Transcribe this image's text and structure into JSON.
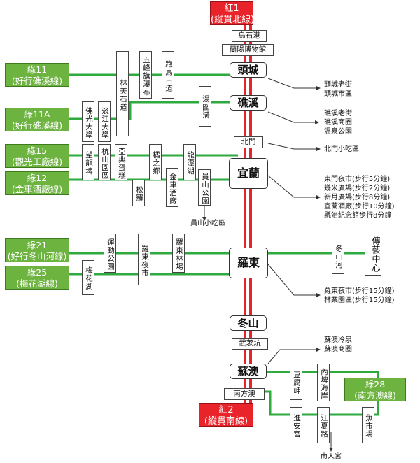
{
  "routes": {
    "red1": {
      "code": "紅1",
      "name": "(縱貫北線)"
    },
    "red2": {
      "code": "紅2",
      "name": "(縱貫南線)"
    },
    "g11": {
      "code": "綠11",
      "name": "(好行礁溪線)"
    },
    "g11a": {
      "code": "綠11A",
      "name": "(好行礁溪線)"
    },
    "g15": {
      "code": "綠15",
      "name": "(觀光工廠線)"
    },
    "g12": {
      "code": "綠12",
      "name": "(金車酒廠線)"
    },
    "g21": {
      "code": "綠21",
      "name": "(好行冬山河線)"
    },
    "g25": {
      "code": "綠25",
      "name": "(梅花湖線)"
    },
    "g28": {
      "code": "綠28",
      "name": "(南方澳線)"
    }
  },
  "hubs": {
    "toucheng": "頭城",
    "jiaoxi": "礁溪",
    "yilan": "宜蘭",
    "luodong": "羅東",
    "dongshan": "冬山",
    "suao": "蘇澳"
  },
  "stops": {
    "wushigang": "烏石港",
    "lanyang_museum": "蘭陽博物館",
    "beimen": "北門",
    "wulaokeng": "武荖坑",
    "nanfangao": "南方澳",
    "linmei_shidao": "林美石道",
    "wufeng_waterfall": "五峰旗瀑布",
    "paoma_gudao": "跑馬古道",
    "tangweigou": "湯圍溝",
    "foguang_univ": "佛光大學",
    "tamkang_univ": "淡江大學",
    "wanglongpi": "望龍埤",
    "kangshan_garden": "杭山園區",
    "yadian_cake": "亞典蛋糕",
    "juzhixiang": "橘之鄉",
    "longtan_lake": "龍潭湖",
    "yuanshan_park": "員山公園",
    "songluo": "松羅",
    "kingcar_winery": "金車酒廠",
    "yundong_park": "運動公園",
    "luodong_night_market": "羅東夜市",
    "luodong_forest": "羅東林場",
    "meihua_lake": "梅花湖",
    "dongshan_river": "冬山河",
    "art_center": "傳藝中心",
    "doufu_cape": "豆腐岬",
    "neipi_beach": "內埤海岸",
    "jin_an_temple": "進安宮",
    "jiangxia_road": "江夏路",
    "fish_market": "魚市場"
  },
  "notes": {
    "toucheng": [
      "頭城老街",
      "頭城市區"
    ],
    "jiaoxi": [
      "礁溪老街",
      "礁溪商圈",
      "溫泉公園"
    ],
    "beimen": [
      "北門小吃區"
    ],
    "yilan": [
      "東門夜市(步行5分鐘)",
      "幾米廣場(步行2分鐘)",
      "新月廣場(步行8分鐘)",
      "宜蘭酒廠(步行10分鐘)",
      "縣治紀念館步行8分鐘"
    ],
    "yuanshan": [
      "員山小吃區"
    ],
    "luodong": [
      "羅東夜市(步行15分鐘)",
      "林業園區(步行15分鐘)"
    ],
    "suao": [
      "蘇澳冷泉",
      "蘇澳商圈"
    ],
    "nantian": [
      "南天宮"
    ]
  },
  "colors": {
    "red_line": "#e8242a",
    "green_line": "#2eaa3f",
    "green_box": "#6db33f",
    "pointer": "#333333"
  }
}
